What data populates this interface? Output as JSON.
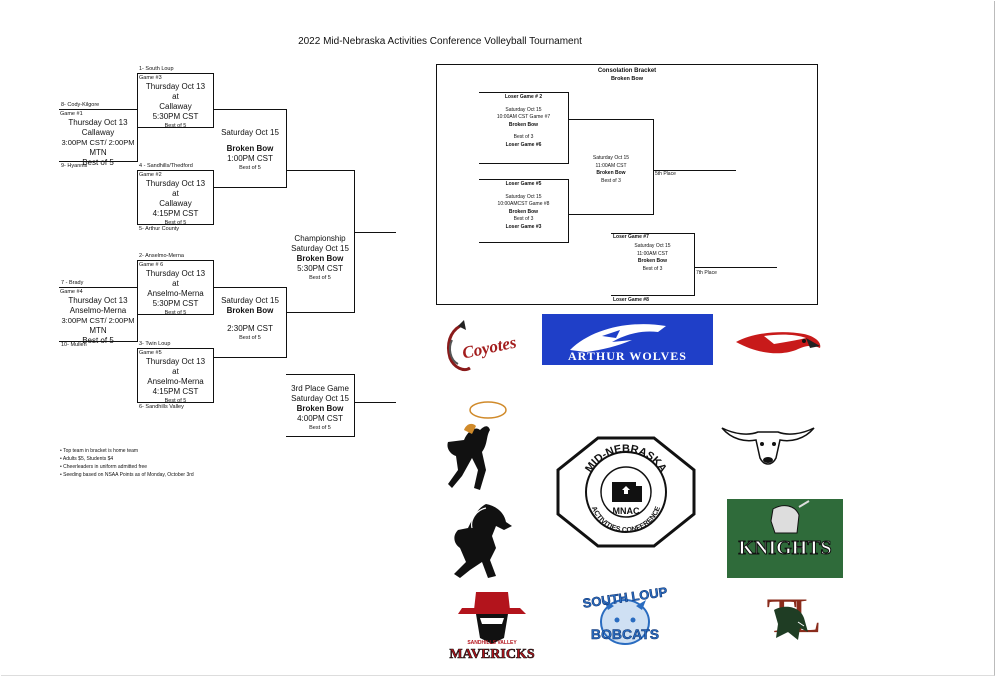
{
  "title": "2022 Mid-Nebraska Activities Conference Volleyball Tournament",
  "bracket": {
    "game3": {
      "seed_top": "1- South Loup",
      "game": "Game #3",
      "lines": [
        "Thursday Oct 13",
        "at",
        "Callaway",
        "5:30PM CST"
      ],
      "best": "Best of 5"
    },
    "game1": {
      "seed_top": "8- Cody-Kilgore",
      "game": "Game #1",
      "lines": [
        "Thursday Oct 13",
        "Callaway",
        "3:00PM CST/ 2:00PM",
        "MTN",
        "Best of 5"
      ],
      "seed_bottom": "9- Hyannis"
    },
    "semi1": {
      "lines": [
        "Saturday Oct 15"
      ],
      "bold": "Broken Bow",
      "time": "1:00PM CST",
      "best": "Best of 5"
    },
    "game2": {
      "seed_top": "4 - Sandhills/Thedford",
      "game": "Game #2",
      "lines": [
        "Thursday Oct 13",
        "at",
        "Callaway",
        "4:15PM CST"
      ],
      "best": "Best of 5",
      "seed_bottom": "5- Arthur County"
    },
    "champ": {
      "lines": [
        "Championship",
        "Saturday Oct 15"
      ],
      "bold": "Broken Bow",
      "time": "5:30PM CST",
      "best": "Best of 5"
    },
    "game6": {
      "seed_top": "2- Anselmo-Merna",
      "game": "Game # 6",
      "lines": [
        "Thursday Oct 13",
        "at",
        "Anselmo-Merna",
        "5:30PM CST"
      ],
      "best": "Best of 5"
    },
    "game4": {
      "seed_top": "7 - Brady",
      "game": "Game #4",
      "lines": [
        "Thursday Oct 13",
        "Anselmo-Merna",
        "3:00PM CST/ 2:00PM",
        "MTN",
        "Best of 5"
      ],
      "seed_bottom": "10- Mullen"
    },
    "semi2": {
      "lines": [
        "Saturday Oct 15"
      ],
      "bold": "Broken Bow",
      "time": "2:30PM CST",
      "best": "Best of 5"
    },
    "game5": {
      "seed_top": "3- Twin Loup",
      "game": "Game #5",
      "lines": [
        "Thursday Oct 13",
        "at",
        "Anselmo-Merna",
        "4:15PM CST"
      ],
      "best": "Best of 5",
      "seed_bottom": "6- Sandhills Valley"
    },
    "third": {
      "lines": [
        "3rd Place Game",
        "Saturday Oct 15"
      ],
      "bold": "Broken Bow",
      "time": "4:00PM CST",
      "best": "Best of 5"
    }
  },
  "notes": [
    "Top team in bracket is home team",
    "Adults $5, Students $4",
    "Cheerleaders in uniform admitted free",
    "Seeding based on NSAA Points as of Monday, October 3rd"
  ],
  "consolation": {
    "title": "Consolation Bracket",
    "subtitle": "Broken Bow",
    "g7": {
      "top": "Loser Game # 2",
      "lines": [
        "Saturday Oct 15",
        "10:00AM CST  Game #7"
      ],
      "bold": "Broken Bow",
      "best": "Best of 3",
      "bottom": "Loser Game #6"
    },
    "g8": {
      "top": "Loser Game #5",
      "lines": [
        "Saturday Oct 15",
        "10:00AMCST Game #8"
      ],
      "bold": "Broken Bow",
      "best": "Best of 3",
      "bottom": "Loser Game #3"
    },
    "fifth": {
      "lines": [
        "Saturday Oct 15",
        "11:00AM CST"
      ],
      "bold": "Broken Bow",
      "best": "Best of 3",
      "label": "5th Place"
    },
    "seventh": {
      "top": "Loser Game #7",
      "lines": [
        "Saturday Oct 15",
        "11:00AM CST"
      ],
      "bold": "Broken Bow",
      "best": "Best of 3",
      "bottom": "Loser Game #8",
      "label": "7th Place"
    }
  },
  "logos": {
    "coyotes": "Coyotes",
    "arthur": "ARTHUR  WOLVES",
    "mnac_top": "MID-NEBRASKA",
    "mnac_bottom": "ACTIVITIES CONFERENCE",
    "mnac_center": "MNAC",
    "knights": "KNIGHTS",
    "sv_top": "SANDHILLS VALLEY",
    "sv_main": "MAVERICKS",
    "sl_top": "SOUTH LOUP",
    "sl_main": "BOBCATS",
    "tl": "TL"
  },
  "colors": {
    "arthur_bg": "#1f3fc8",
    "knights_bg": "#2f6b3a",
    "maverick_red": "#b3141c",
    "bobcat_blue": "#2a6cc0"
  }
}
